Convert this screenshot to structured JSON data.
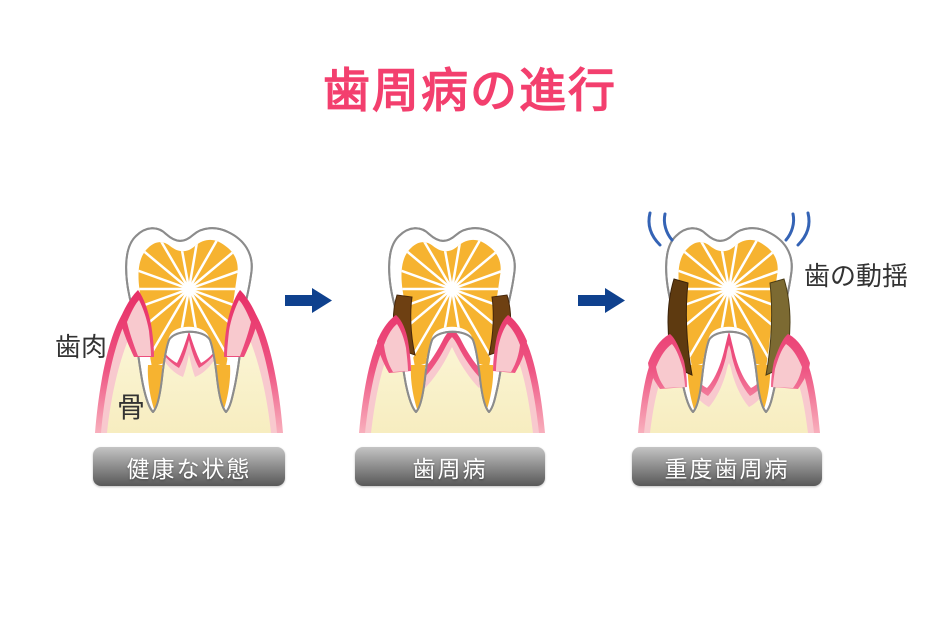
{
  "title": {
    "text": "歯周病の進行",
    "color": "#F33F6E"
  },
  "stages": [
    {
      "label": "健康な状態"
    },
    {
      "label": "歯周病"
    },
    {
      "label": "重度歯周病"
    }
  ],
  "annotations": {
    "gum": "歯肉",
    "bone": "骨",
    "mobility": "歯の動揺"
  },
  "icons": {
    "progress_arrow": "right-arrow",
    "vibration_marks": "tooth-shake-arcs"
  },
  "colors": {
    "title_pink": "#F33F6E",
    "gum_deep_pink": "#E72E66",
    "gum_light_pink": "#F8C9CE",
    "bone_cream": "#FAF3CC",
    "dentin_orange": "#F6B330",
    "tooth_outline_gray": "#8C8C8C",
    "tartar_brown": "#6E4012",
    "tartar_olive": "#7C6A32",
    "arrow_navy": "#0F418E",
    "vibration_blue": "#3463B5",
    "label_box_gray": "#8F8F8F"
  }
}
